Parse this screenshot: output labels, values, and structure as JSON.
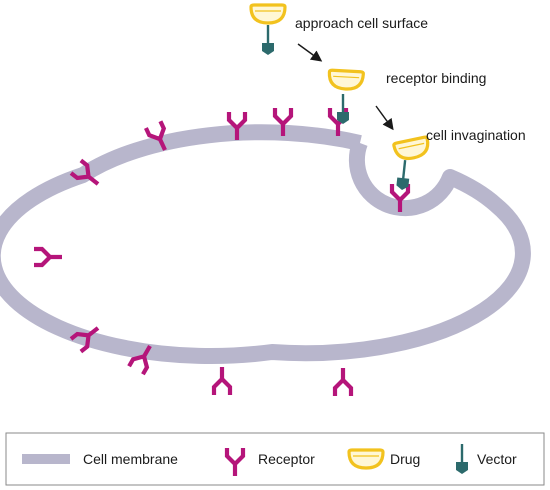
{
  "colors": {
    "membrane": "#B8B6CC",
    "receptor": "#B5157A",
    "drug_fill": "#FFF7D6",
    "drug_stroke": "#F2C21E",
    "vector": "#2C6A6C",
    "text": "#1a1a1a",
    "legend_border": "#8a8a8a"
  },
  "steps": [
    {
      "label": "approach cell surface"
    },
    {
      "label": "receptor binding"
    },
    {
      "label": "cell invagination"
    }
  ],
  "legend": {
    "items": [
      {
        "icon": "membrane-bar-icon",
        "label": "Cell membrane"
      },
      {
        "icon": "receptor-icon",
        "label": "Receptor"
      },
      {
        "icon": "drug-capsule-icon",
        "label": "Drug"
      },
      {
        "icon": "vector-icon",
        "label": "Vector"
      }
    ]
  }
}
